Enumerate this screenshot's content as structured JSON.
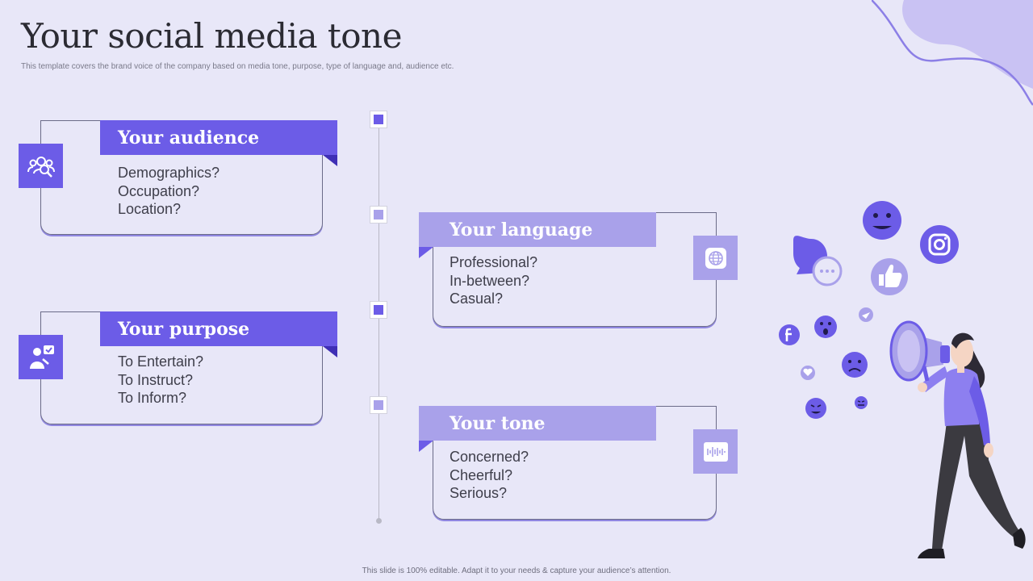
{
  "title": "Your social media tone",
  "subtitle": "This template covers the brand voice of the company based on media tone, purpose, type of language and, audience etc.",
  "footer": "This slide is 100% editable. Adapt it to your needs & capture your audience’s attention.",
  "colors": {
    "accent": "#6c5ce7",
    "accent_light": "#a9a1ea",
    "background": "#e8e7f8"
  },
  "cards": {
    "audience": {
      "heading": "Your audience",
      "items": [
        "Demographics?",
        "Occupation?",
        "Location?"
      ],
      "icon": "audience-group-icon"
    },
    "purpose": {
      "heading": "Your purpose",
      "items": [
        "To Entertain?",
        "To Instruct?",
        "To Inform?"
      ],
      "icon": "user-check-icon"
    },
    "language": {
      "heading": "Your language",
      "items": [
        "Professional?",
        "In-between?",
        "Casual?"
      ],
      "icon": "globe-icon"
    },
    "tone": {
      "heading": "Your tone",
      "items": [
        "Concerned?",
        "Cheerful?",
        "Serious?"
      ],
      "icon": "soundwave-icon"
    }
  },
  "illustration": {
    "subject": "woman-with-megaphone",
    "icons": [
      "chat-bubble-icon",
      "smiley-icon",
      "instagram-icon",
      "thumbs-up-icon",
      "facebook-icon",
      "emoji-icon",
      "heart-icon"
    ]
  }
}
